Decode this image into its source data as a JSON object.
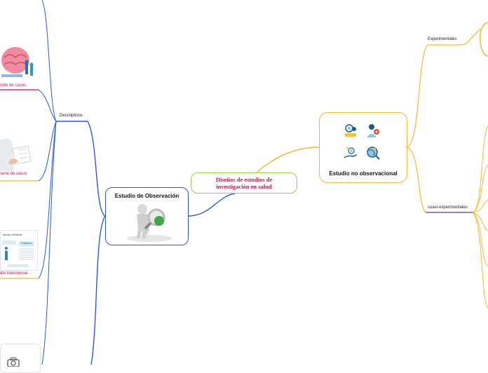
{
  "central": {
    "line1": "Diseños de estudios de",
    "line2": "investigación en salud"
  },
  "observacion": {
    "title": "Estudio de Observación",
    "image_icon": "magnifier-figure-icon"
  },
  "no_observacional": {
    "title": "Estudio no observacional",
    "icons": [
      "lab-scientist-icon",
      "doctor-icon",
      "hand-molecule-icon",
      "globe-search-icon"
    ]
  },
  "branches": {
    "descriptivos": "Descriptivos",
    "experimentales": "Experimentales",
    "cuasi": "cuasi-experimentales"
  },
  "leaves": {
    "casos": "udio de casos",
    "serie": "serie de casos",
    "transversal": "dio transversal"
  },
  "thumb_text": {
    "title": "rencia y Números",
    "col": "Población"
  },
  "colors": {
    "blue": "#2a5bd7",
    "orange": "#f5b731",
    "green": "#8fd14f",
    "red": "#c0144a",
    "purple": "#7b2d8e"
  }
}
